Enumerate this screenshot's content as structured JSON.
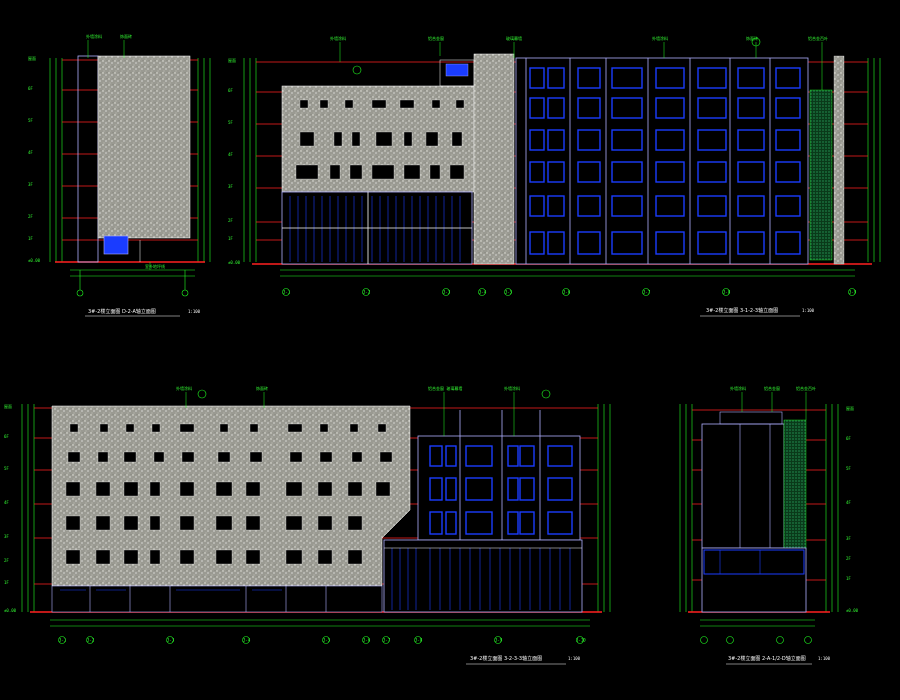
{
  "drawings": [
    {
      "id": "elev-a",
      "caption": "3#-2楼立面图 D-2-A轴立面图",
      "scale": "1:100",
      "callouts": [
        "外墙涂料",
        "饰面砖"
      ],
      "level_labels": [
        "屋面",
        "6F",
        "5F",
        "4F",
        "3F",
        "2F",
        "1F",
        "±0.00"
      ],
      "dimension_note": "室外地坪线"
    },
    {
      "id": "elev-b",
      "caption": "3#-2楼立面图 3-1-2-3轴立面图",
      "scale": "1:100",
      "callouts": [
        "外墙涂料",
        "铝合金窗",
        "玻璃幕墙",
        "外墙涂料",
        "饰面砖",
        "铝合金百叶"
      ],
      "level_labels": [
        "屋面",
        "6F",
        "5F",
        "4F",
        "3F",
        "2F",
        "1F",
        "±0.00"
      ],
      "grid_labels": [
        "3-1",
        "3-2",
        "3-3",
        "3-4",
        "3-5",
        "3-6",
        "3-7",
        "3-8",
        "3-9"
      ]
    },
    {
      "id": "elev-c",
      "caption": "3#-2楼立面图 3-2-3-3轴立面图",
      "scale": "1:100",
      "callouts": [
        "外墙涂料",
        "饰面砖",
        "铝合金窗 玻璃幕墙",
        "外墙涂料"
      ],
      "level_labels": [
        "屋面",
        "6F",
        "5F",
        "4F",
        "3F",
        "2F",
        "1F",
        "±0.00"
      ],
      "grid_labels": [
        "3-1",
        "3-2",
        "3-3",
        "3-4",
        "3-5",
        "3-6",
        "3-7",
        "3-8",
        "3-9",
        "3-10"
      ]
    },
    {
      "id": "elev-d",
      "caption": "3#-2楼立面图 2-A-1/2-D轴立面图",
      "scale": "1:100",
      "callouts": [
        "外墙涂料",
        "铝合金窗",
        "铝合金百叶"
      ],
      "level_labels": [
        "屋面",
        "6F",
        "5F",
        "4F",
        "3F",
        "2F",
        "1F",
        "±0.00"
      ]
    }
  ],
  "colors": {
    "background": "#000000",
    "stone": "#c8c8c0",
    "window": "#1a3cff",
    "frame": "#b0b0ff",
    "level": "#ff2020",
    "dimension": "#20ff20",
    "text": "#ffffff"
  }
}
